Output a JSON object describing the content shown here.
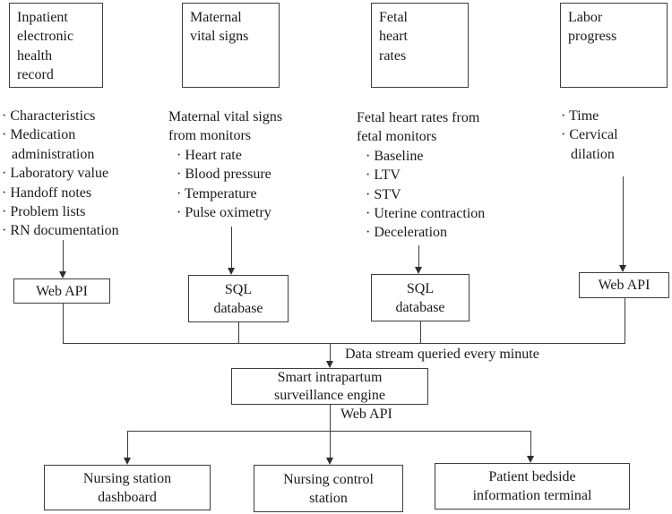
{
  "colors": {
    "line": "#3d3d3d",
    "text": "#1a1a1a",
    "background": "#ffffff"
  },
  "source_boxes": [
    {
      "label": "Inpatient\nelectronic\nhealth\nrecord"
    },
    {
      "label": "Maternal\nvital signs"
    },
    {
      "label": "Fetal\nheart\nrates"
    },
    {
      "label": "Labor\nprogress"
    }
  ],
  "detail_columns": [
    {
      "items": [
        "· Characteristics",
        "· Medication\nadministration",
        "· Laboratory value",
        "· Handoff notes",
        "· Problem lists",
        "· RN documentation"
      ]
    },
    {
      "heading": "Maternal vital signs\nfrom monitors",
      "items": [
        "· Heart rate",
        "· Blood pressure",
        "· Temperature",
        "· Pulse oximetry"
      ]
    },
    {
      "heading": "Fetal heart rates from\nfetal monitors",
      "items": [
        "· Baseline",
        "· LTV",
        "· STV",
        "· Uterine contraction",
        "· Deceleration"
      ]
    },
    {
      "items": [
        "· Time",
        "· Cervical\ndilation"
      ]
    }
  ],
  "interface_boxes": [
    {
      "label": "Web API"
    },
    {
      "label": "SQL\ndatabase"
    },
    {
      "label": "SQL\ndatabase"
    },
    {
      "label": "Web API"
    }
  ],
  "stream_label": "Data stream queried every minute",
  "engine": {
    "label": "Smart intrapartum\nsurveillance engine",
    "api_label": "Web API"
  },
  "output_boxes": [
    {
      "label": "Nursing station\ndashboard"
    },
    {
      "label": "Nursing control\nstation"
    },
    {
      "label": "Patient bedside\ninformation terminal"
    }
  ]
}
